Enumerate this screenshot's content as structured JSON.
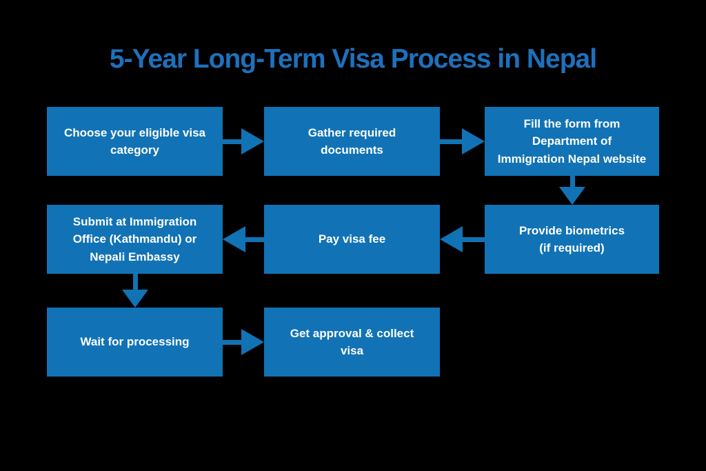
{
  "title": {
    "text": "5-Year Long-Term Visa Process in Nepal"
  },
  "colors": {
    "background": "#000000",
    "accent": "#1173b5",
    "title": "#1d71bd",
    "text": "#ffffff"
  },
  "flowchart": {
    "steps": [
      {
        "id": "choose-category",
        "label": "Choose your eligible visa\ncategory"
      },
      {
        "id": "gather-documents",
        "label": "Gather required\ndocuments"
      },
      {
        "id": "fill-form",
        "label": "Fill the form from\nDepartment of\nImmigration Nepal website"
      },
      {
        "id": "provide-biometrics",
        "label": "Provide biometrics\n(if required)"
      },
      {
        "id": "pay-visa-fee",
        "label": "Pay visa fee"
      },
      {
        "id": "submit-immigration",
        "label": "Submit at Immigration\nOffice (Kathmandu) or\nNepali Embassy"
      },
      {
        "id": "wait-processing",
        "label": "Wait for processing"
      },
      {
        "id": "get-approval",
        "label": "Get approval & collect\nvisa"
      }
    ],
    "connections": [
      {
        "from": "choose-category",
        "to": "gather-documents",
        "direction": "right"
      },
      {
        "from": "gather-documents",
        "to": "fill-form",
        "direction": "right"
      },
      {
        "from": "fill-form",
        "to": "provide-biometrics",
        "direction": "down"
      },
      {
        "from": "provide-biometrics",
        "to": "pay-visa-fee",
        "direction": "left"
      },
      {
        "from": "pay-visa-fee",
        "to": "submit-immigration",
        "direction": "left"
      },
      {
        "from": "submit-immigration",
        "to": "wait-processing",
        "direction": "down"
      },
      {
        "from": "wait-processing",
        "to": "get-approval",
        "direction": "right"
      }
    ]
  }
}
